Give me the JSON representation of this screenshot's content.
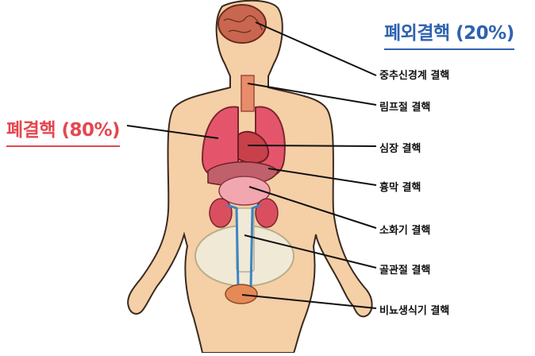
{
  "headings": {
    "extrapulmonary": "폐외결핵 (20%)",
    "pulmonary": "폐결핵 (80%)"
  },
  "sites": [
    "중추신경계 결핵",
    "림프절 결핵",
    "심장 결핵",
    "흉막 결핵",
    "소화기 결핵",
    "골관절 결핵",
    "비뇨생식기 결핵"
  ],
  "colors": {
    "extrapulmonary_heading": "#2f63b0",
    "pulmonary_heading": "#e4474f",
    "skin": "#f5cfa6",
    "skin_outline": "#3a2a20",
    "lung": "#e4556b",
    "heart": "#c8404a",
    "brain": "#c9664f",
    "bone": "#efe9d6",
    "kidney": "#d94f5f",
    "ureter": "#3d84c6",
    "bladder": "#e58a56"
  }
}
